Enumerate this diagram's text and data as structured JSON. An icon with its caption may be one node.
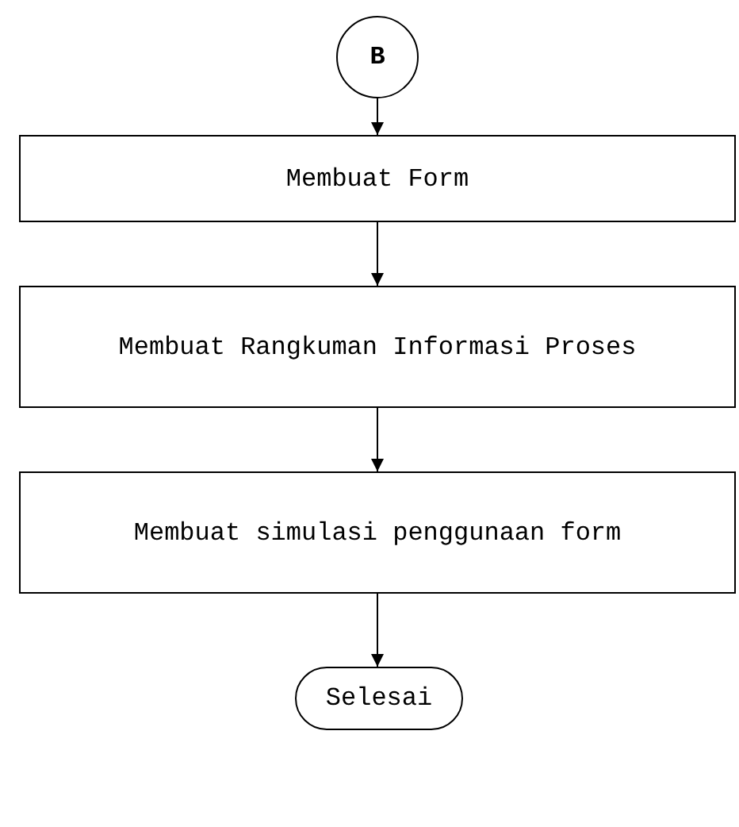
{
  "diagram": {
    "nodes": [
      {
        "text": [
          "B"
        ]
      },
      {
        "text": [
          "Membuat Form"
        ]
      },
      {
        "text": [
          "Membuat Rangkuman Informasi Proses"
        ]
      },
      {
        "text": [
          "Membuat simulasi penggunaan form"
        ]
      },
      {
        "text": [
          "Selesai"
        ]
      }
    ],
    "edges": [
      {
        "from": 0,
        "to": 1,
        "arrow": "to"
      },
      {
        "from": 1,
        "to": 2,
        "arrow": "to"
      },
      {
        "from": 2,
        "to": 3,
        "arrow": "to"
      },
      {
        "from": 3,
        "to": 4,
        "arrow": "to"
      }
    ]
  }
}
